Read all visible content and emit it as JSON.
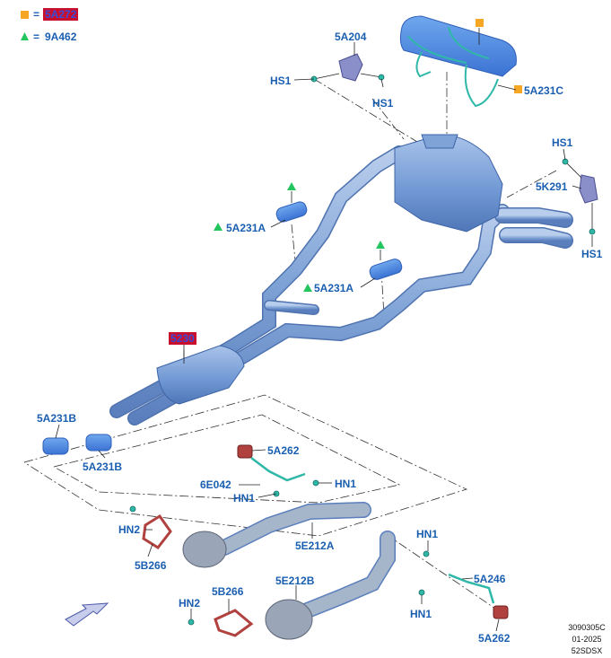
{
  "legend": {
    "square_item": {
      "symbol": "square",
      "color": "#f5a623",
      "equals": "=",
      "code": "5A272"
    },
    "triangle_item": {
      "symbol": "triangle",
      "color": "#22c55e",
      "equals": "=",
      "code": "9A462"
    }
  },
  "callouts": {
    "c_5a204": "5A204",
    "c_hs1_a": "HS1",
    "c_hs1_b": "HS1",
    "c_5a231c": "5A231C",
    "c_hs1_c": "HS1",
    "c_5k291": "5K291",
    "c_hs1_d": "HS1",
    "c_5a231a_1": "5A231A",
    "c_5a231a_2": "5A231A",
    "c_5230": "5230",
    "c_5a231b_1": "5A231B",
    "c_5a231b_2": "5A231B",
    "c_5a262_1": "5A262",
    "c_6e042": "6E042",
    "c_hn1_a": "HN1",
    "c_hn1_b": "HN1",
    "c_hn2_1": "HN2",
    "c_5b266_1": "5B266",
    "c_5e212a": "5E212A",
    "c_hn1_c": "HN1",
    "c_5a246": "5A246",
    "c_hn1_d": "HN1",
    "c_5e212b": "5E212B",
    "c_5b266_2": "5B266",
    "c_hn2_2": "HN2",
    "c_5a262_2": "5A262"
  },
  "footer": {
    "drawing_no": "3090305C",
    "date": "01-2025",
    "model": "52SDSX"
  },
  "colors": {
    "pipe": "#7fa3d6",
    "pipe_dark": "#5b83c2",
    "muffler": "#4f86d8",
    "gasket": "#b0413e",
    "hanger_teal": "#2fb8a8",
    "label": "#1b5fb0",
    "leader": "#222222"
  }
}
